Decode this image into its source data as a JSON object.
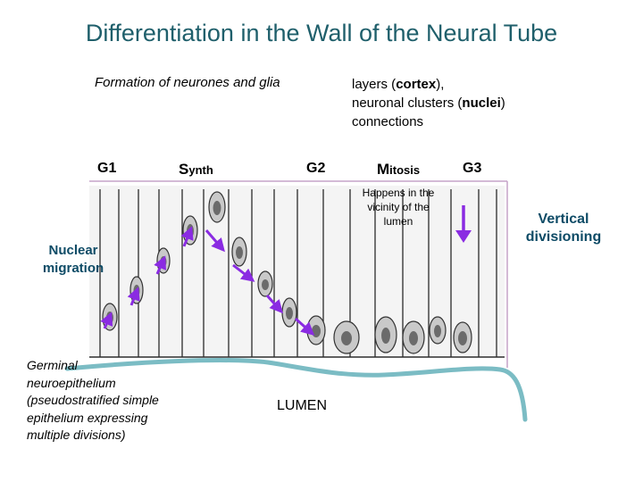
{
  "title": "Differentiation in the Wall of the Neural Tube",
  "subtitle_left": "Formation of neurones and glia",
  "subtitle_right": {
    "line1_pre": "layers (",
    "line1_bold": "cortex",
    "line1_post": "),",
    "line2_pre": "neuronal clusters (",
    "line2_bold": "nuclei",
    "line2_post": ")",
    "line3": "connections"
  },
  "phases": {
    "g1": "G1",
    "synth_cap": "S",
    "synth_rest": "ynth",
    "g2": "G2",
    "mitosis_cap": "M",
    "mitosis_rest": "itosis",
    "g3": "G3"
  },
  "happens_note": "Happens in the vicinity of the lumen",
  "vertical_divisioning": "Vertical divisioning",
  "nuclear_migration": "Nuclear migration",
  "germinal_note": "Germinal neuroepithelium (pseudostratified simple epithelium expressing multiple divisions)",
  "lumen_label": "LUMEN",
  "colors": {
    "title": "#1f5f6b",
    "callout": "#0e4b66",
    "arrow": "#8a2be2",
    "lumen_line": "#7bbcc4",
    "frame": "#c6a3c8",
    "cell_fill": "#c9c9c9",
    "cell_outline": "#333333"
  },
  "icons": [
    "migration-arrow-icon",
    "downward-arrow-icon"
  ]
}
